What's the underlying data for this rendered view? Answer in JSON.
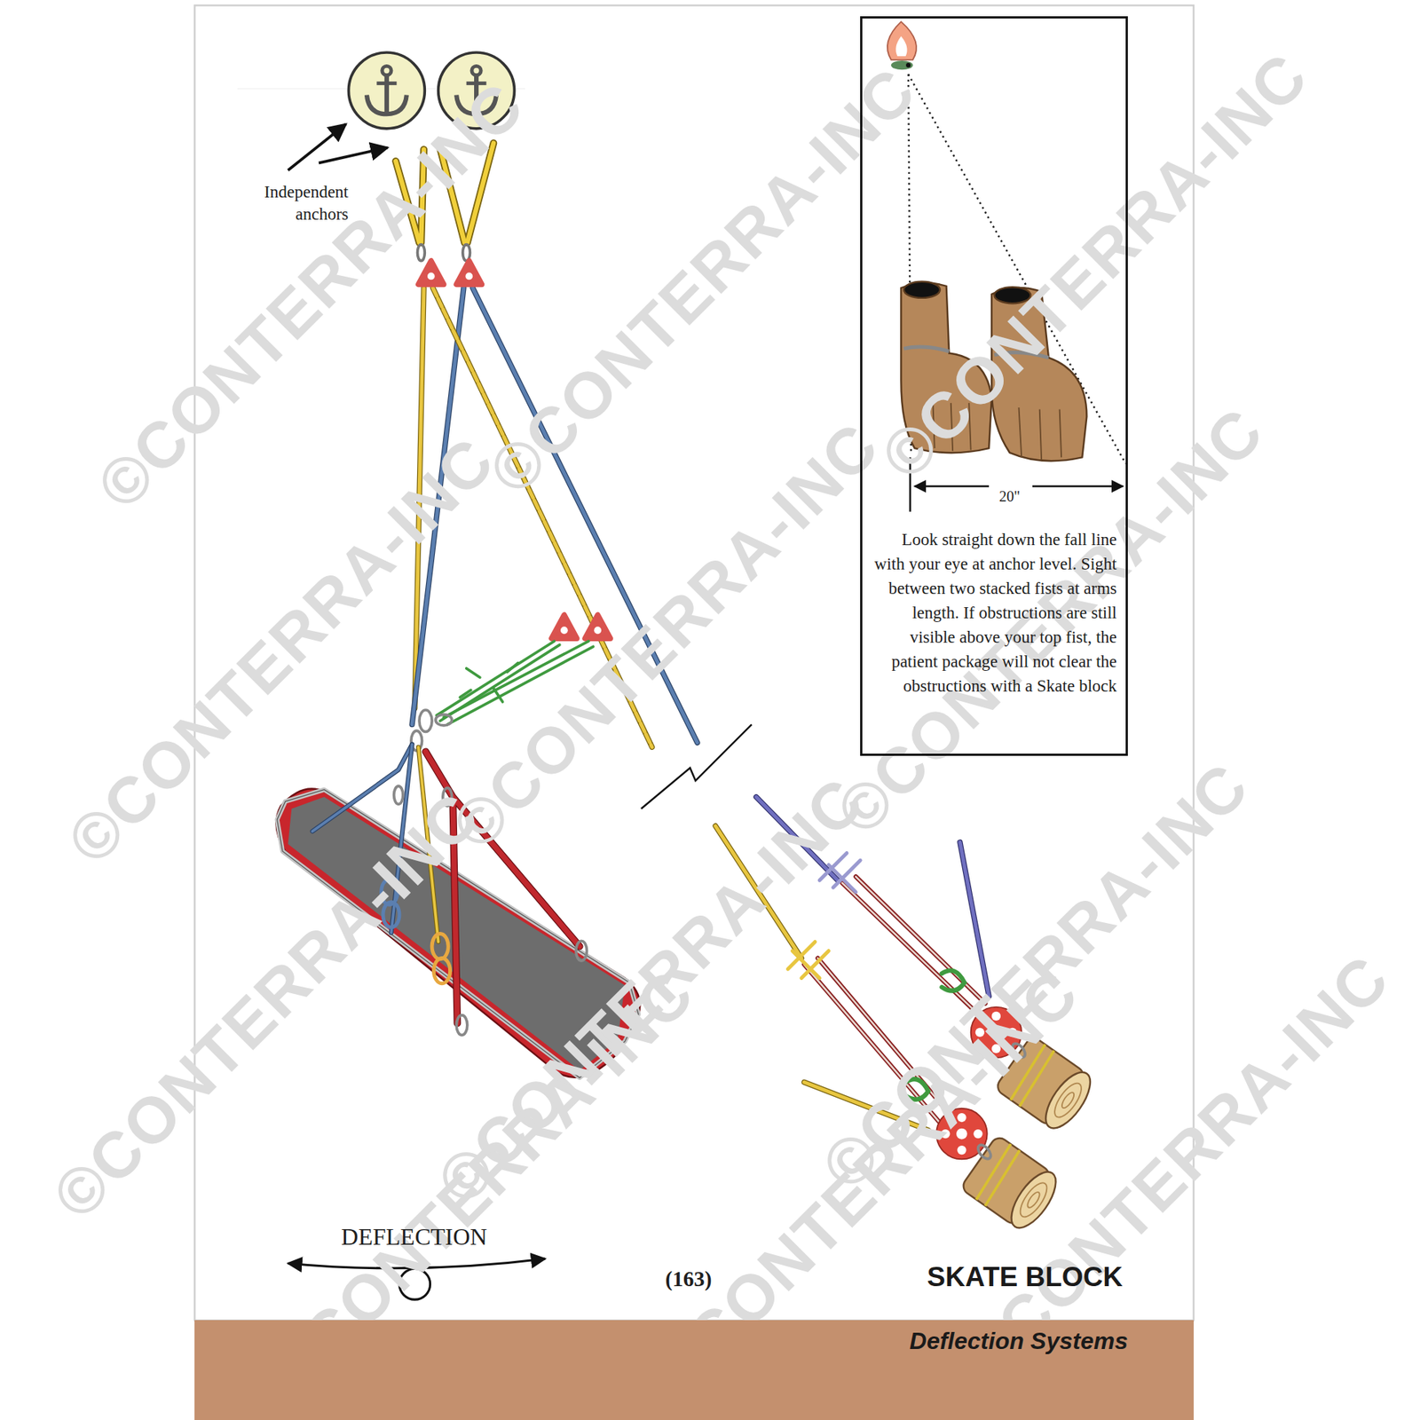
{
  "diagram": {
    "title": "SKATE BLOCK",
    "nodes": [
      {
        "text": [
          "Look straight down the fall line with your eye at anchor level. Sight between two stacked fists at arms length. If obstructions are still visible above your top fist, the patient package will not clear the obstructions with a Skate block"
        ]
      },
      {
        "text": [
          "Deflection Systems"
        ]
      }
    ],
    "labels": [
      "Independent anchors",
      "20\"",
      "DEFLECTION",
      "(163)",
      "©CONTERRA-INC",
      "©CONTERRA-INC",
      "©CONTERRA-INC",
      "©CONTERRA-INC",
      "©CONTERRA-INC",
      "©CONTERRA-INC",
      "©CONTERRA-INC",
      "©CONTERRA-INC",
      "©CONTERRA-INC",
      "©CONTERRA-INC",
      "©CONTERRA-INC",
      "©CONTERRA-INC"
    ]
  }
}
